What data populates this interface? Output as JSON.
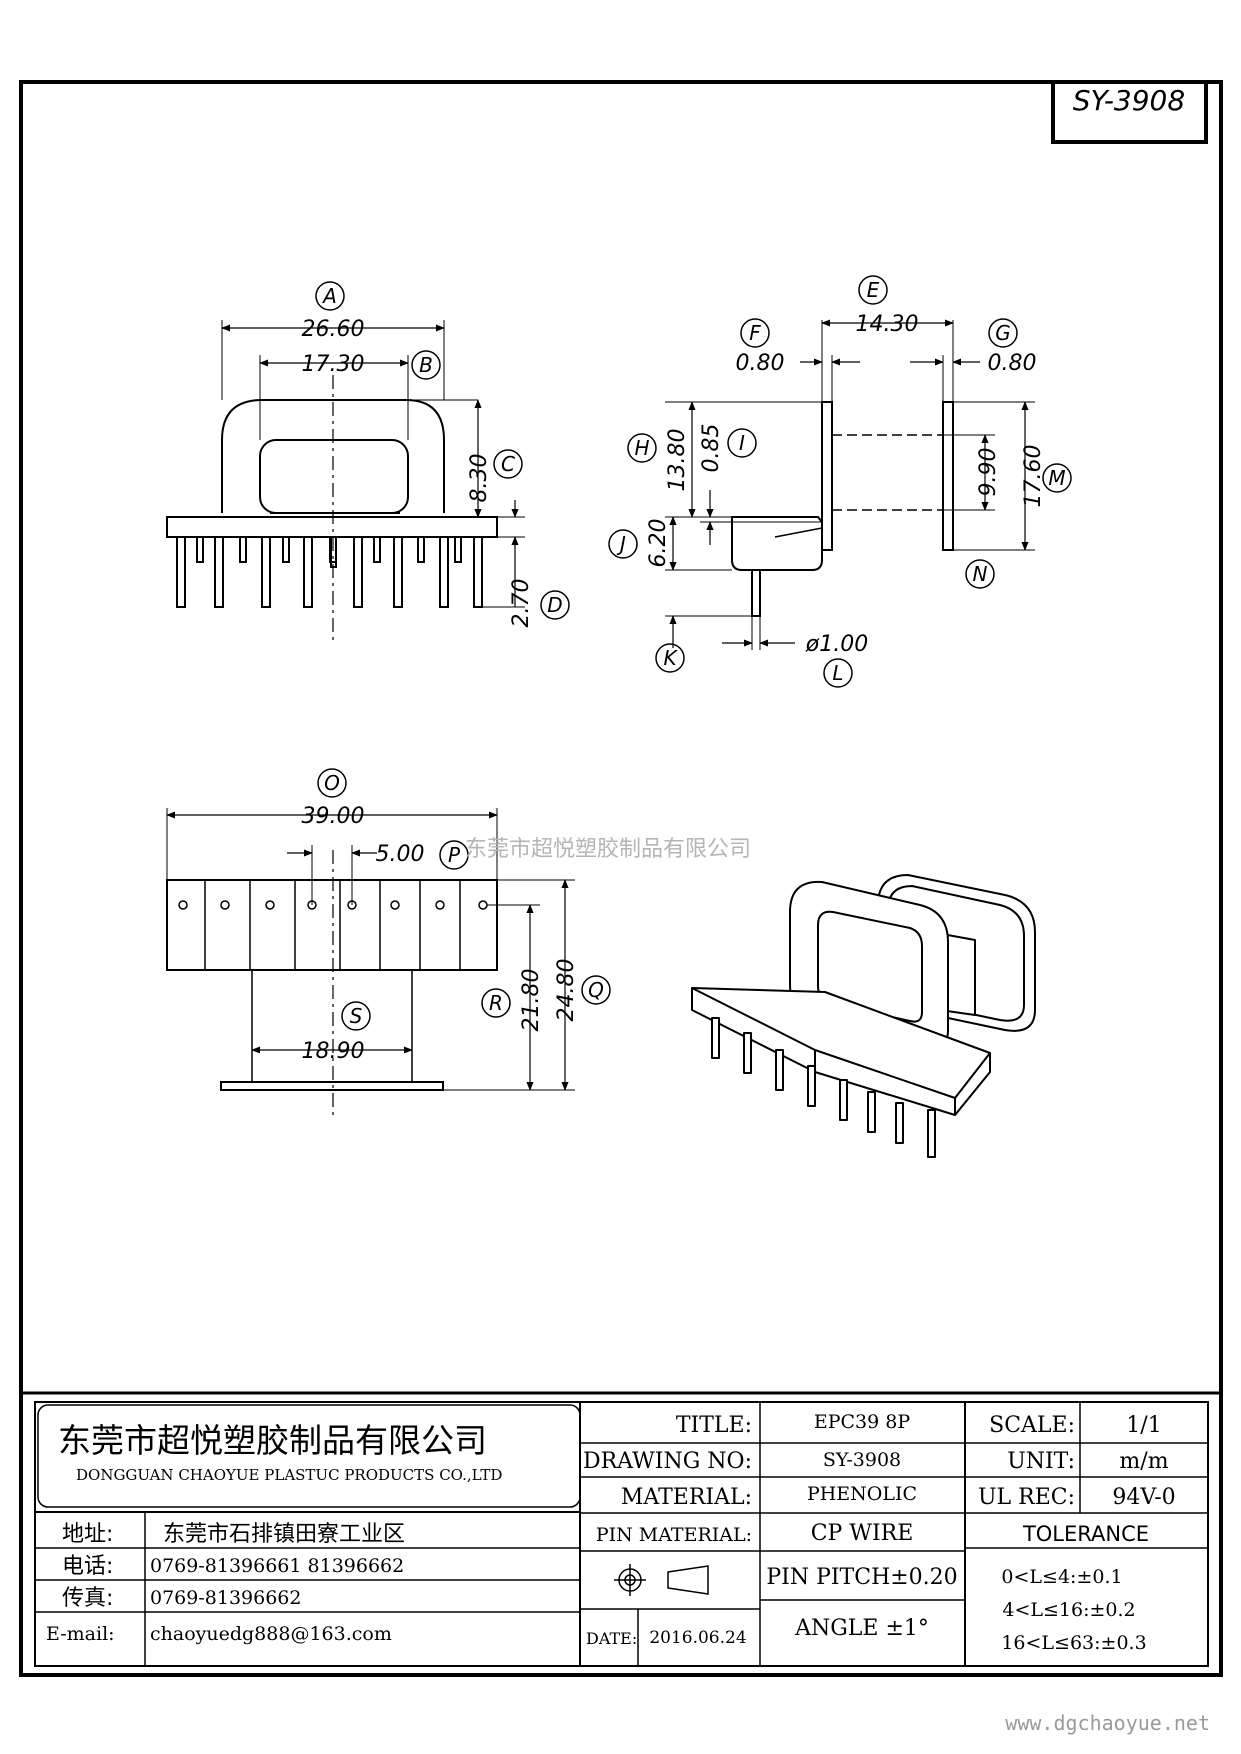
{
  "drawing_number_box": "SY-3908",
  "watermark": "东莞市超悦塑胶制品有限公司",
  "website": "www.dgchaoyue.net",
  "views": {
    "front": {
      "dims": {
        "A": "26.60",
        "B": "17.30",
        "C": "8.30",
        "D": "2.70"
      },
      "labels": {
        "A": "A",
        "B": "B",
        "C": "C",
        "D": "D"
      }
    },
    "side": {
      "dims": {
        "E": "14.30",
        "F": "0.80",
        "G": "0.80",
        "H": "13.80",
        "I": "0.85",
        "J": "6.20",
        "L": "ø1.00",
        "M": "17.60",
        "N": "9.90"
      },
      "labels": {
        "E": "E",
        "F": "F",
        "G": "G",
        "H": "H",
        "I": "I",
        "J": "J",
        "K": "K",
        "L": "L",
        "M": "M",
        "N": "N"
      }
    },
    "bottom": {
      "dims": {
        "O": "39.00",
        "P": "5.00",
        "Q": "24.80",
        "R": "21.80",
        "S": "18.90"
      },
      "labels": {
        "O": "O",
        "P": "P",
        "Q": "Q",
        "R": "R",
        "S": "S"
      }
    }
  },
  "company": {
    "name_cn": "东莞市超悦塑胶制品有限公司",
    "name_en": "DONGGUAN CHAOYUE PLASTUC PRODUCTS CO.,LTD",
    "address_label": "地址:",
    "address": "东莞市石排镇田寮工业区",
    "phone_label": "电话:",
    "phone": "0769-81396661   81396662",
    "fax_label": "传真:",
    "fax": "0769-81396662",
    "email_label": "E-mail:",
    "email": "chaoyuedg888@163.com"
  },
  "titleblock": {
    "title_label": "TITLE:",
    "title": "EPC39 8P",
    "drawing_no_label": "DRAWING NO:",
    "drawing_no": "SY-3908",
    "material_label": "MATERIAL:",
    "material": "PHENOLIC",
    "pin_material_label": "PIN MATERIAL:",
    "pin_material": "CP WIRE",
    "pin_pitch": "PIN PITCH±0.20",
    "angle": "ANGLE  ±1°",
    "date_label": "DATE:",
    "date": "2016.06.24",
    "scale_label": "SCALE:",
    "scale": "1/1",
    "unit_label": "UNIT:",
    "unit": "m/m",
    "ul_label": "UL REC:",
    "ul": "94V-0",
    "tolerance_label": "TOLERANCE",
    "tolerance": [
      "0<L≤4:±0.1",
      "4<L≤16:±0.2",
      "16<L≤63:±0.3"
    ]
  }
}
